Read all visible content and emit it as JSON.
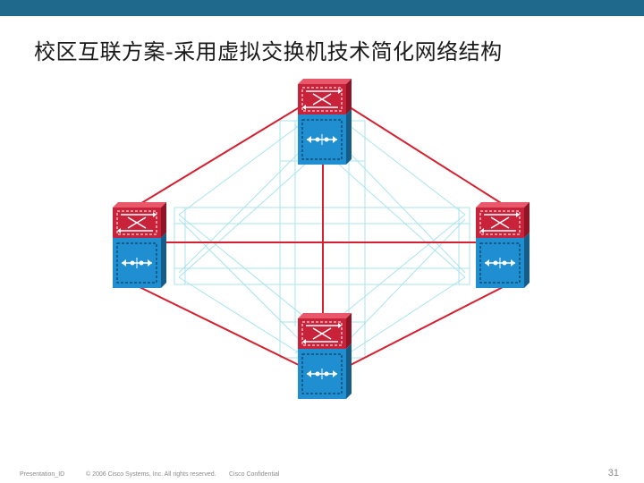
{
  "slide": {
    "title": "校区互联方案-采用虚拟交换机技术简化网络结构",
    "footer_left": "Presentation_ID",
    "footer_copyright": "© 2006 Cisco Systems, Inc. All rights reserved.",
    "footer_confidential": "Cisco Confidential",
    "page_number": "31"
  },
  "colors": {
    "top_bar": "#1f6a8c",
    "router_red": "#c8233a",
    "switch_blue": "#1f8fd1",
    "link_red": "#d42030",
    "mesh_cyan": "#a9e3ee"
  },
  "diagram": {
    "nodes": [
      {
        "id": "top",
        "icons": [
          "router-icon",
          "switch-icon"
        ]
      },
      {
        "id": "left",
        "icons": [
          "router-icon",
          "switch-icon"
        ]
      },
      {
        "id": "right",
        "icons": [
          "router-icon",
          "switch-icon"
        ]
      },
      {
        "id": "bottom",
        "icons": [
          "router-icon",
          "switch-icon"
        ]
      }
    ],
    "links": [
      "top-left",
      "top-right",
      "left-bottom",
      "right-bottom",
      "top-bottom",
      "left-right"
    ]
  }
}
